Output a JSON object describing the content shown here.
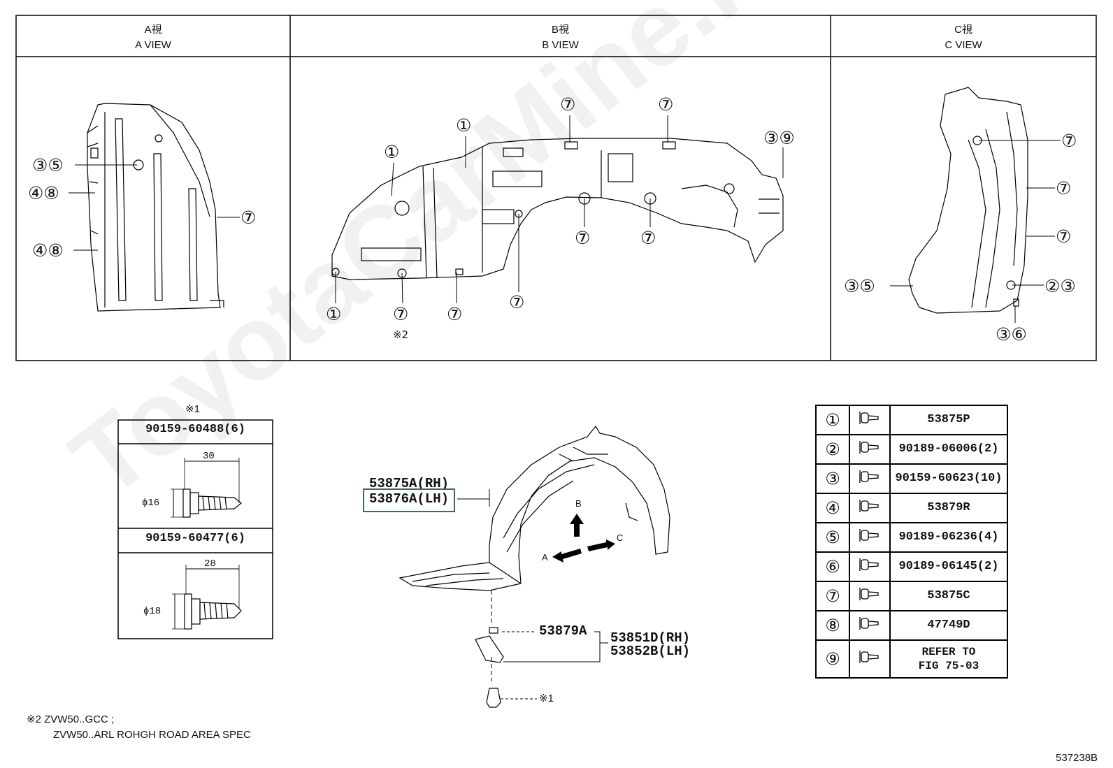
{
  "views": [
    {
      "jp": "A視",
      "en": "A VIEW"
    },
    {
      "jp": "B視",
      "en": "B VIEW"
    },
    {
      "jp": "C視",
      "en": "C VIEW"
    }
  ],
  "callouts": {
    "a_view": [
      "③⑤",
      "④⑧",
      "④⑧",
      "⑦"
    ],
    "b_view": [
      "⑦",
      "⑦",
      "①",
      "①",
      "③⑨",
      "⑦",
      "⑦",
      "①",
      "⑦",
      "⑦",
      "⑦"
    ],
    "b_view_note": "※2",
    "c_view": [
      "⑦",
      "⑦",
      "⑦",
      "③⑤",
      "②③",
      "③⑥"
    ]
  },
  "main_labels": {
    "fender_rh": "53875A(RH)",
    "fender_lh": "53876A(LH)",
    "clip": "53879A",
    "bracket_rh": "53851D(RH)",
    "bracket_lh": "53852B(LH)",
    "bolt_ref": "※1",
    "arrow_a": "A",
    "arrow_b": "B",
    "arrow_c": "C"
  },
  "bolt_box": {
    "ref": "※1",
    "items": [
      {
        "part": "90159-60488(6)",
        "length": "30",
        "diameter": "ϕ16"
      },
      {
        "part": "90159-60477(6)",
        "length": "28",
        "diameter": "ϕ18"
      }
    ]
  },
  "legend": [
    {
      "num": "①",
      "part": "53875P"
    },
    {
      "num": "②",
      "part": "90189-06006(2)"
    },
    {
      "num": "③",
      "part": "90159-60623(10)"
    },
    {
      "num": "④",
      "part": "53879R"
    },
    {
      "num": "⑤",
      "part": "90189-06236(4)"
    },
    {
      "num": "⑥",
      "part": "90189-06145(2)"
    },
    {
      "num": "⑦",
      "part": "53875C"
    },
    {
      "num": "⑧",
      "part": "47749D"
    },
    {
      "num": "⑨",
      "part": "REFER TO\nFIG 75-03"
    }
  ],
  "footnote": {
    "mark": "※2",
    "line1": "ZVW50..GCC ;",
    "line2": "ZVW50..ARL ROHGH ROAD AREA SPEC"
  },
  "figure_id": "537238B",
  "watermark": "ToyotaCarMine.ru"
}
